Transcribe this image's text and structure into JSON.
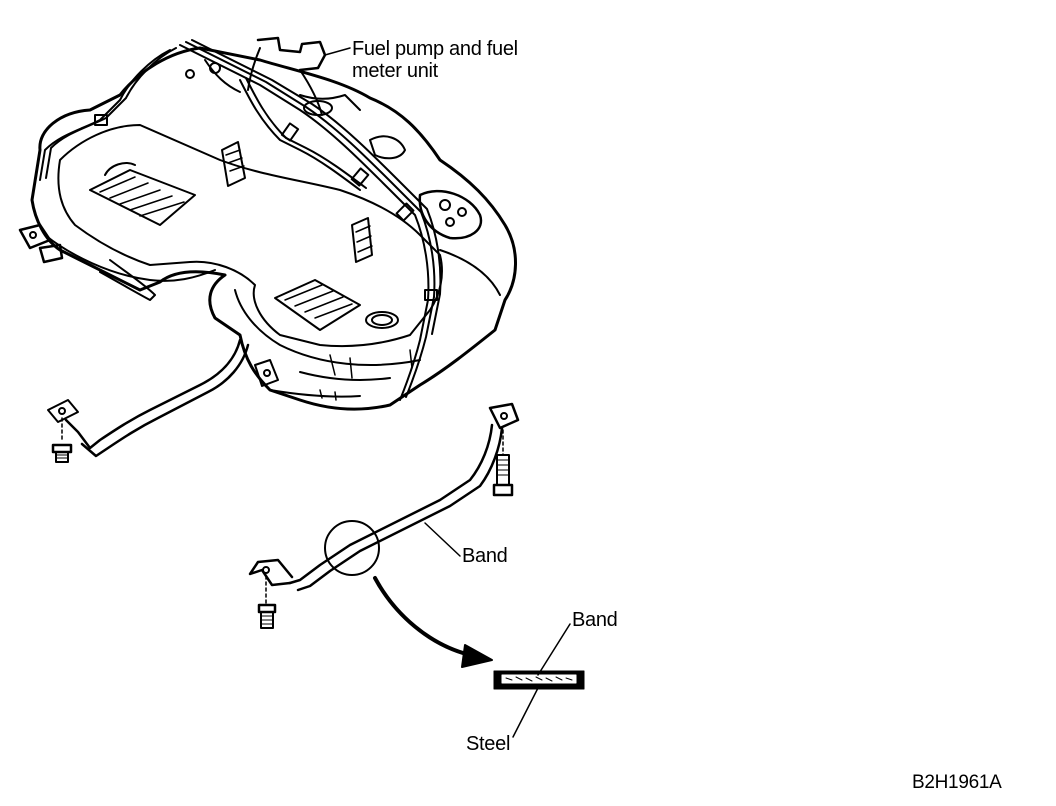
{
  "labels": {
    "fuel_pump_line1": "Fuel pump and fuel",
    "fuel_pump_line2": "meter unit",
    "band_main": "Band",
    "band_detail": "Band",
    "steel": "Steel",
    "figure_code": "B2H1961A"
  },
  "colors": {
    "ink": "#000000",
    "paper": "#ffffff"
  }
}
